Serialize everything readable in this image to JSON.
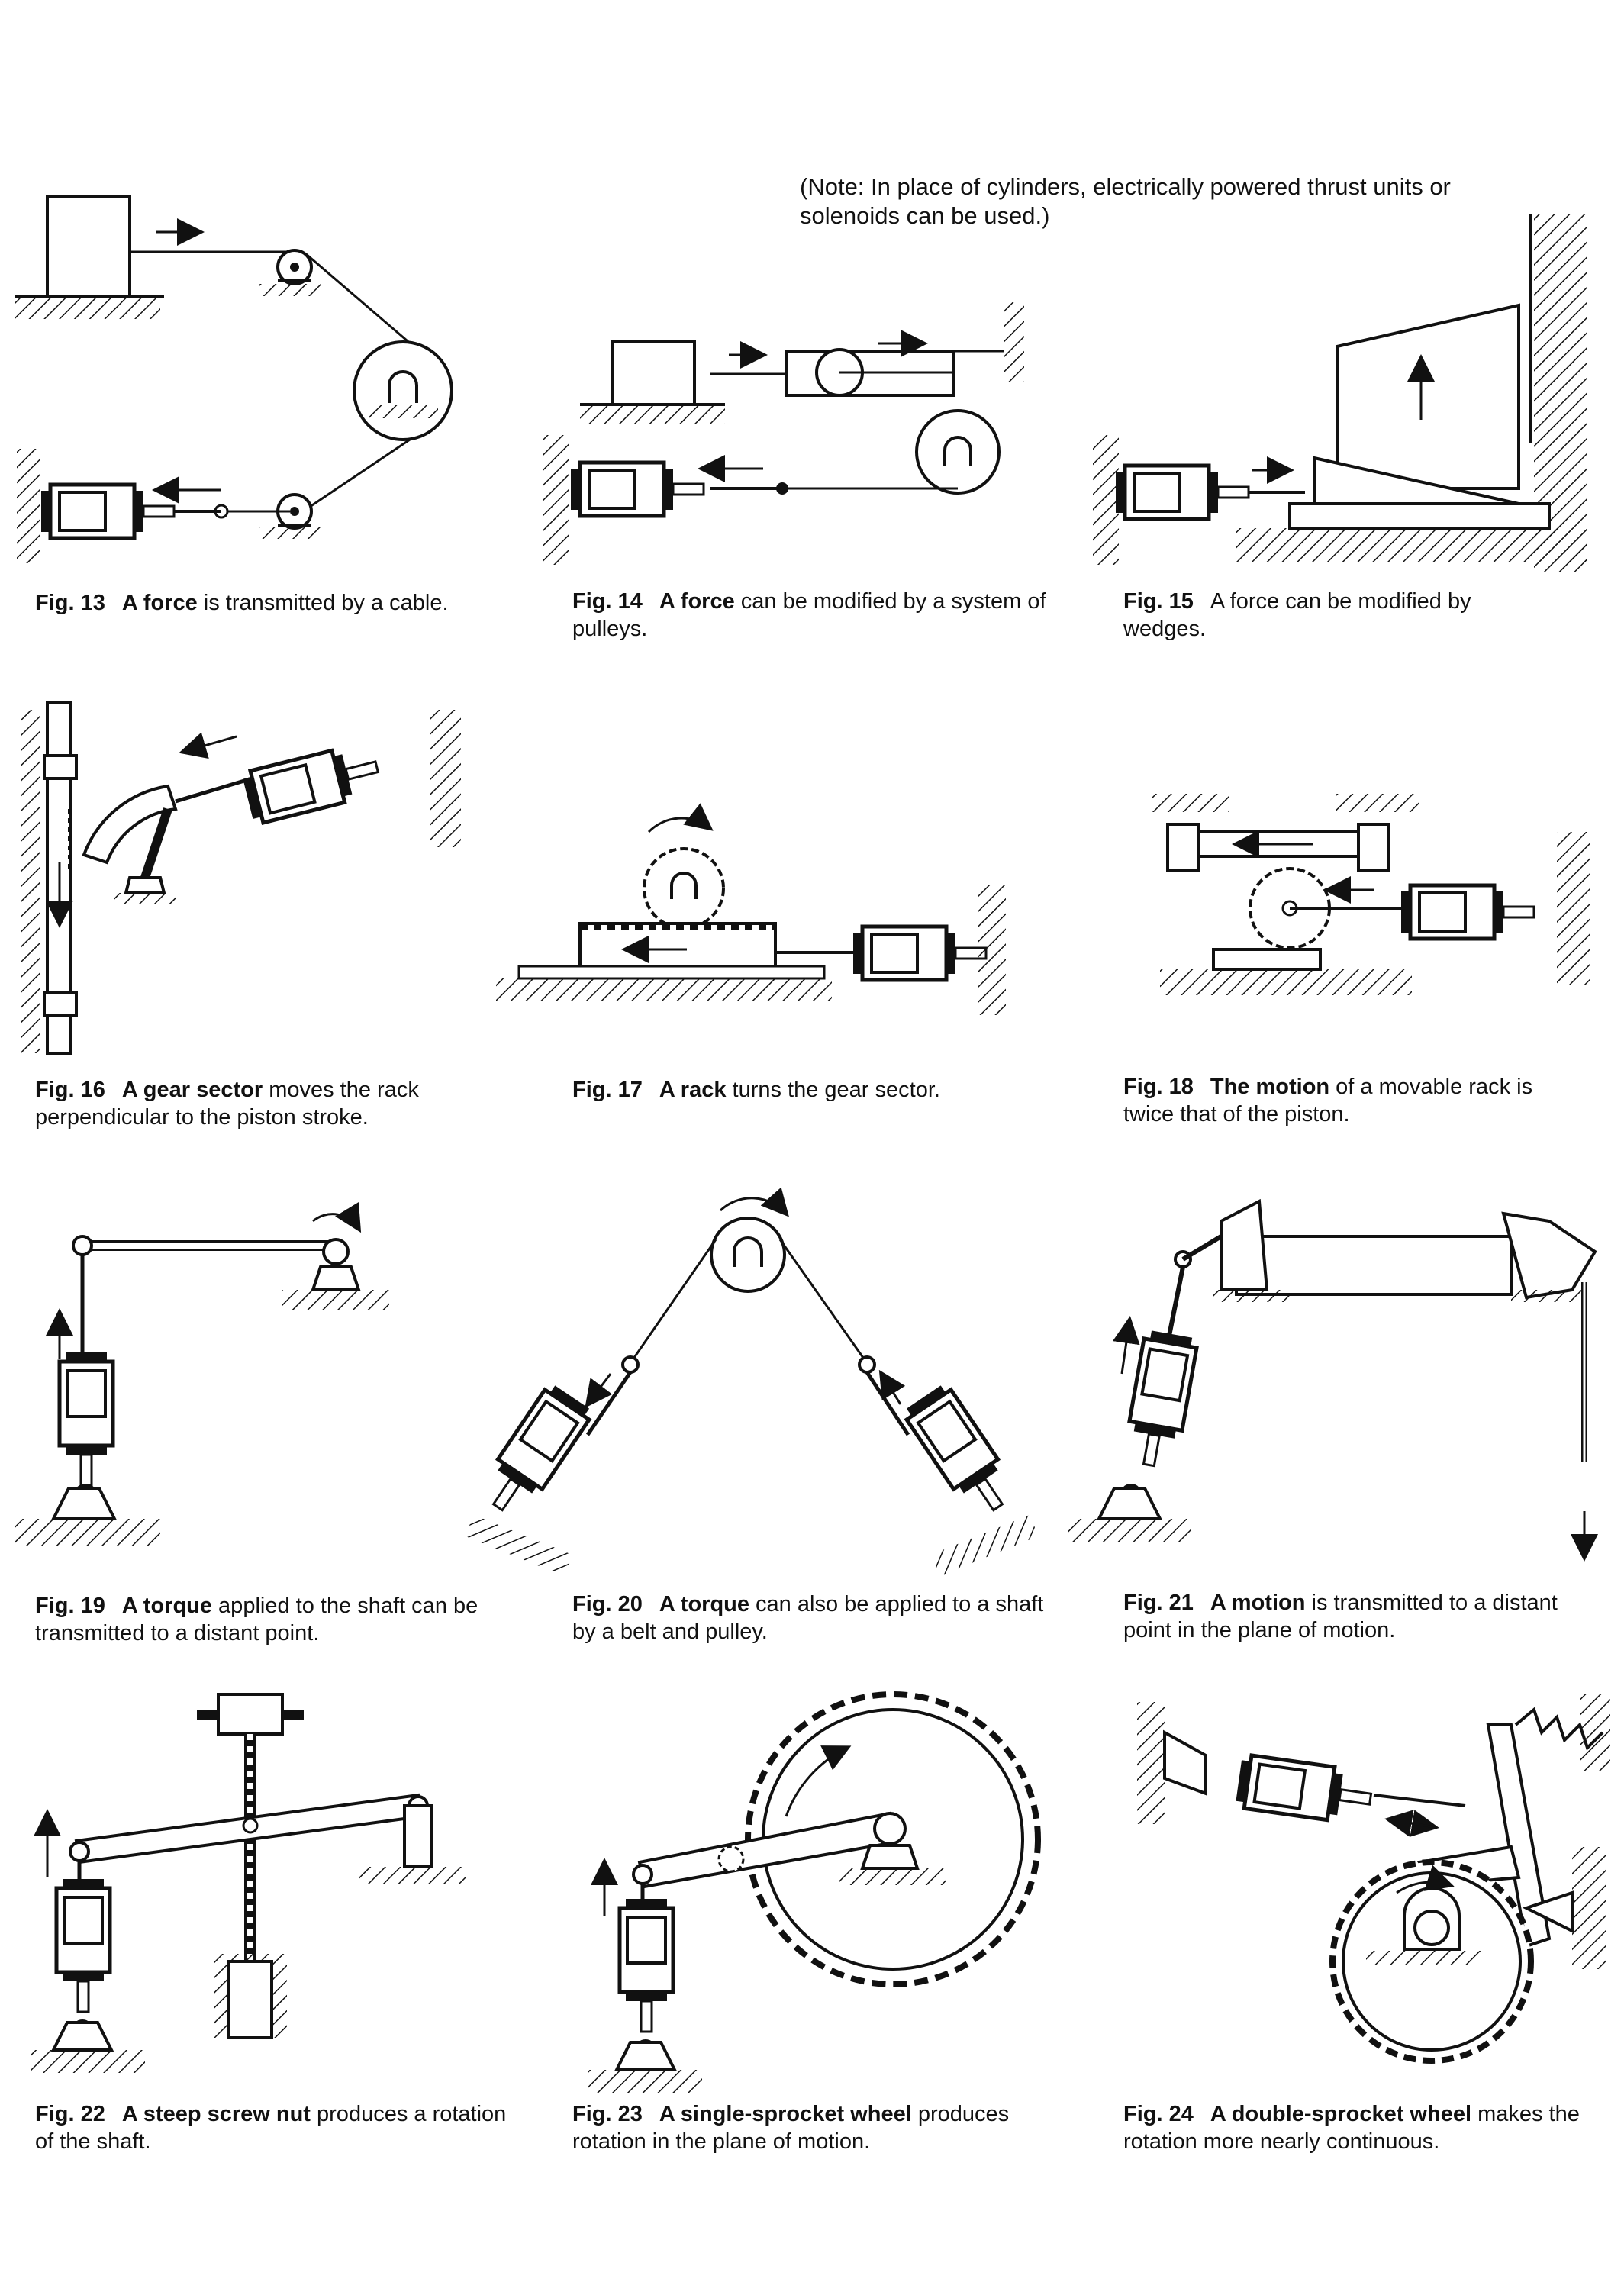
{
  "note": "(Note: In place of cylinders, electrically powered thrust units or solenoids can be used.)",
  "figures": [
    {
      "num": "Fig. 13",
      "bold": "A force",
      "rest": " is transmitted by a cable."
    },
    {
      "num": "Fig. 14",
      "bold": "A force",
      "rest": " can be modified by a system of pulleys."
    },
    {
      "num": "Fig. 15",
      "bold": "",
      "rest": "A force can be modified by wedges."
    },
    {
      "num": "Fig. 16",
      "bold": "A gear sector",
      "rest": " moves the rack perpendicular to the piston stroke."
    },
    {
      "num": "Fig. 17",
      "bold": "A rack",
      "rest": " turns the gear sector."
    },
    {
      "num": "Fig. 18",
      "bold": "The motion",
      "rest": " of a movable rack is twice that of the piston."
    },
    {
      "num": "Fig. 19",
      "bold": "A torque",
      "rest": " applied to the shaft can be transmitted to a distant point."
    },
    {
      "num": "Fig. 20",
      "bold": "A torque",
      "rest": " can also be applied to a shaft by a belt and pulley."
    },
    {
      "num": "Fig. 21",
      "bold": "A motion",
      "rest": " is transmitted to a distant point in the plane of motion."
    },
    {
      "num": "Fig. 22",
      "bold": "A steep screw nut",
      "rest": " produces a rotation of the shaft."
    },
    {
      "num": "Fig. 23",
      "bold": "A single-sprocket wheel",
      "rest": " produces rotation in the plane of motion."
    },
    {
      "num": "Fig. 24",
      "bold": "A double-sprocket wheel",
      "rest": " makes the rotation more nearly continuous."
    }
  ],
  "icons": [
    "hydraulic-cylinder-icon",
    "pulley-icon",
    "gear-icon",
    "rack-icon",
    "sprocket-wheel-icon",
    "ground-hatch-icon",
    "arrow-icon"
  ]
}
